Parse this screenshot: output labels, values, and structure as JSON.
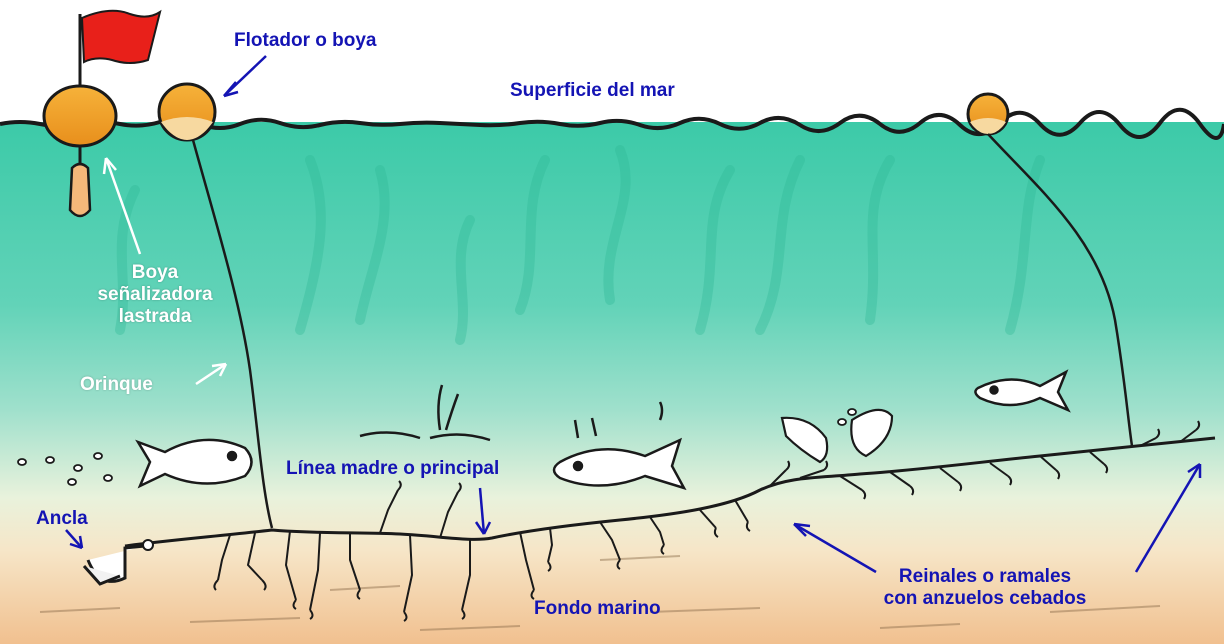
{
  "labels": {
    "flotador": "Flotador o boya",
    "superficie": "Superficie del mar",
    "boya_senalizadora": [
      "Boya",
      "señalizadora",
      "lastrada"
    ],
    "orinque": "Orinque",
    "linea_madre": "Línea madre o principal",
    "ancla": "Ancla",
    "fondo": "Fondo marino",
    "reinales": [
      "Reinales o ramales",
      "con anzuelos cebados"
    ]
  },
  "colors": {
    "label_blue": "#1414b4",
    "label_white": "#ffffff",
    "sea_top": "#3fc9a6",
    "sea_mid": "#8fdcc8",
    "sand": "#f2c79a",
    "buoy": "#f0a22a",
    "flag": "#e8201a",
    "line": "#1a1a1a"
  }
}
